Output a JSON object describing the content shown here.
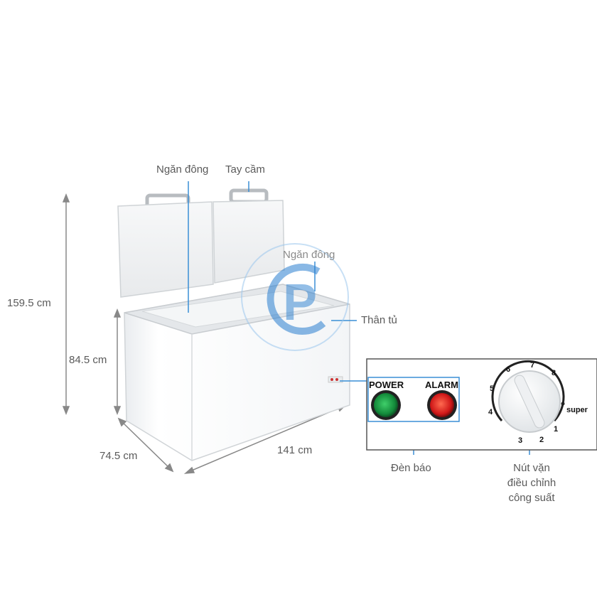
{
  "dimensions": {
    "height_total": "159.5 cm",
    "height_body": "84.5 cm",
    "depth": "74.5 cm",
    "width": "141 cm"
  },
  "callouts": {
    "freezer_left": "Ngăn đông",
    "handle": "Tay cầm",
    "freezer_right": "Ngăn đông",
    "body": "Thân tủ",
    "indicator_lights": "Đèn báo",
    "knob_line1": "Nút vặn",
    "knob_line2": "điều chỉnh",
    "knob_line3": "công suất"
  },
  "control_panel": {
    "power_label": "POWER",
    "alarm_label": "ALARM",
    "power_color": "#1f8f3a",
    "alarm_color": "#d01818",
    "dial_numbers": [
      "1",
      "2",
      "3",
      "4",
      "5",
      "6",
      "7",
      "8"
    ],
    "dial_super": "super"
  },
  "colors": {
    "callout_line": "#3a8fd6",
    "dimension_line": "#888888",
    "watermark": "#2a7fd0"
  },
  "watermark_text": "P"
}
